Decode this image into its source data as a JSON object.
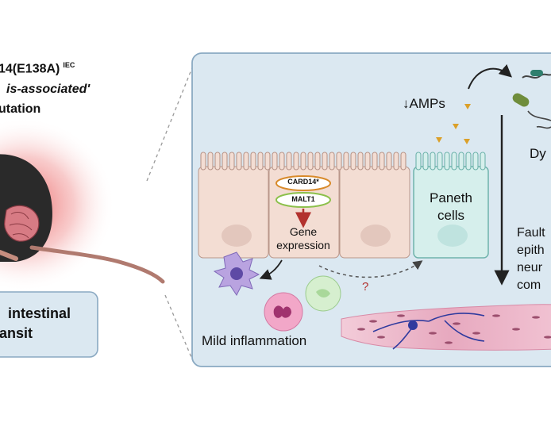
{
  "left_panel": {
    "genotype_main": "14(E138A)",
    "genotype_sup": "IEC",
    "association_line": "is-associated'",
    "mutation_line": "utation",
    "phenotype_line1": "intestinal",
    "phenotype_line2": "ansit"
  },
  "zoom_panel": {
    "amps_label": "↓AMPs",
    "card14_label": "CARD14*",
    "malt1_label": "MALT1",
    "gene_label_1": "Gene",
    "gene_label_2": "expression",
    "paneth_label_1": "Paneth",
    "paneth_label_2": "cells",
    "question_mark": "?",
    "inflammation_label": "Mild inflammation",
    "dysbiosis_label": "Dy",
    "faulty_lines": [
      "Fault",
      "epith",
      "neur",
      "com"
    ]
  },
  "colors": {
    "panel_fill": "#dbe8f1",
    "panel_border": "#8aa9c2",
    "epithelial_cell": "#f3ddd3",
    "paneth_cell": "#d6efec",
    "arrow_red": "#b2312d",
    "granule": "#dba029",
    "muscle_pink": "#e9b6c7",
    "neuron_blue": "#2f3a9e"
  }
}
